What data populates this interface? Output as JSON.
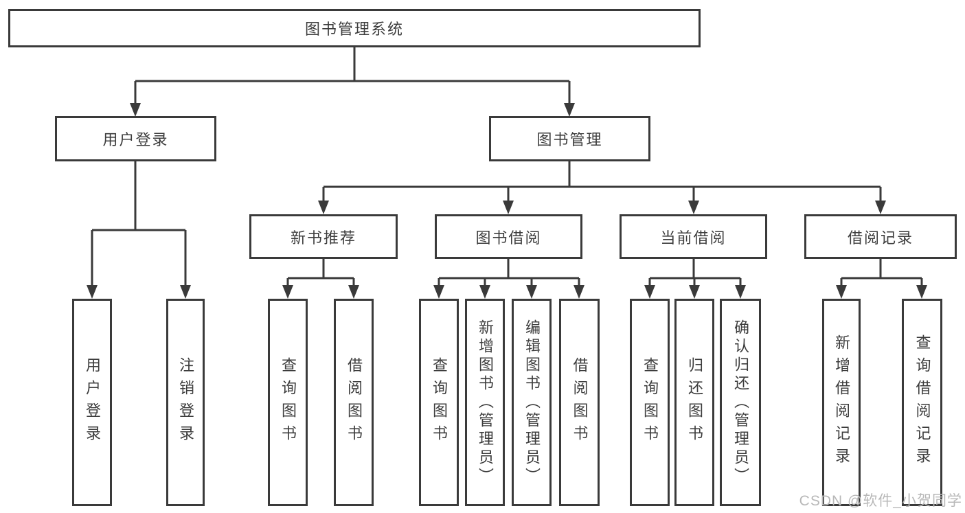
{
  "diagram": {
    "root": {
      "label": "图书管理系统"
    },
    "branches": [
      {
        "label": "用户登录",
        "children": [
          {
            "label": "用户登录"
          },
          {
            "label": "注销登录"
          }
        ]
      },
      {
        "label": "图书管理",
        "children": [
          {
            "label": "新书推荐",
            "children": [
              {
                "label": "查询图书"
              },
              {
                "label": "借阅图书"
              }
            ]
          },
          {
            "label": "图书借阅",
            "children": [
              {
                "label": "查询图书"
              },
              {
                "label": "新增图书（管理员）"
              },
              {
                "label": "编辑图书（管理员）"
              },
              {
                "label": "借阅图书"
              }
            ]
          },
          {
            "label": "当前借阅",
            "children": [
              {
                "label": "查询图书"
              },
              {
                "label": "归还图书"
              },
              {
                "label": "确认归还（管理员）"
              }
            ]
          },
          {
            "label": "借阅记录",
            "children": [
              {
                "label": "新增借阅记录"
              },
              {
                "label": "查询借阅记录"
              }
            ]
          }
        ]
      }
    ]
  },
  "watermark": {
    "text": "CSDN @软件_小贺同学"
  },
  "colors": {
    "line": "#3a3a3a",
    "border": "#3a3a3a",
    "text": "#3d3d3d",
    "watermark": "#b8b8b8",
    "background": "#ffffff"
  }
}
